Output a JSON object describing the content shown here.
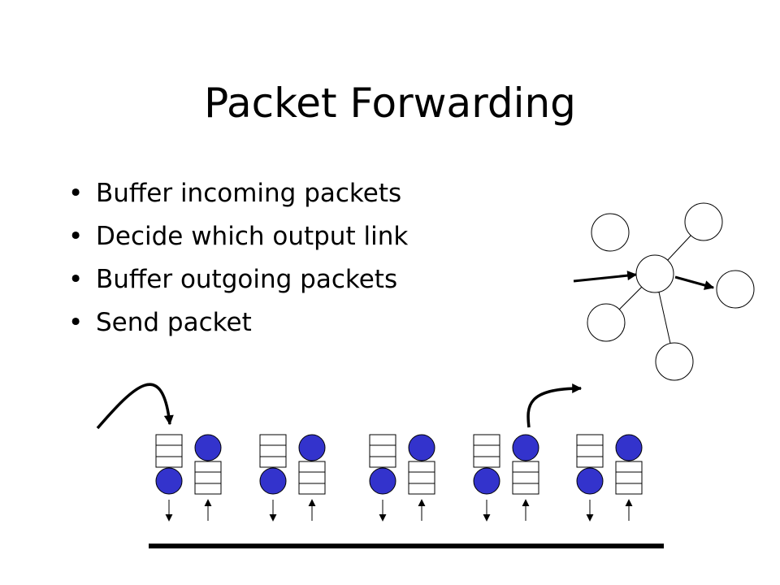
{
  "slide": {
    "title": "Packet Forwarding",
    "bullets": [
      "Buffer incoming packets",
      "Decide which output link",
      "Buffer outgoing packets",
      "Send packet"
    ]
  },
  "colors": {
    "port_node": "#3333cc",
    "line": "#000000",
    "background": "#ffffff"
  },
  "icons": {
    "graph_nodes": "circle-outline",
    "port_nodes": "circle-filled",
    "buffers": "queue-box",
    "flow": "arrow"
  }
}
